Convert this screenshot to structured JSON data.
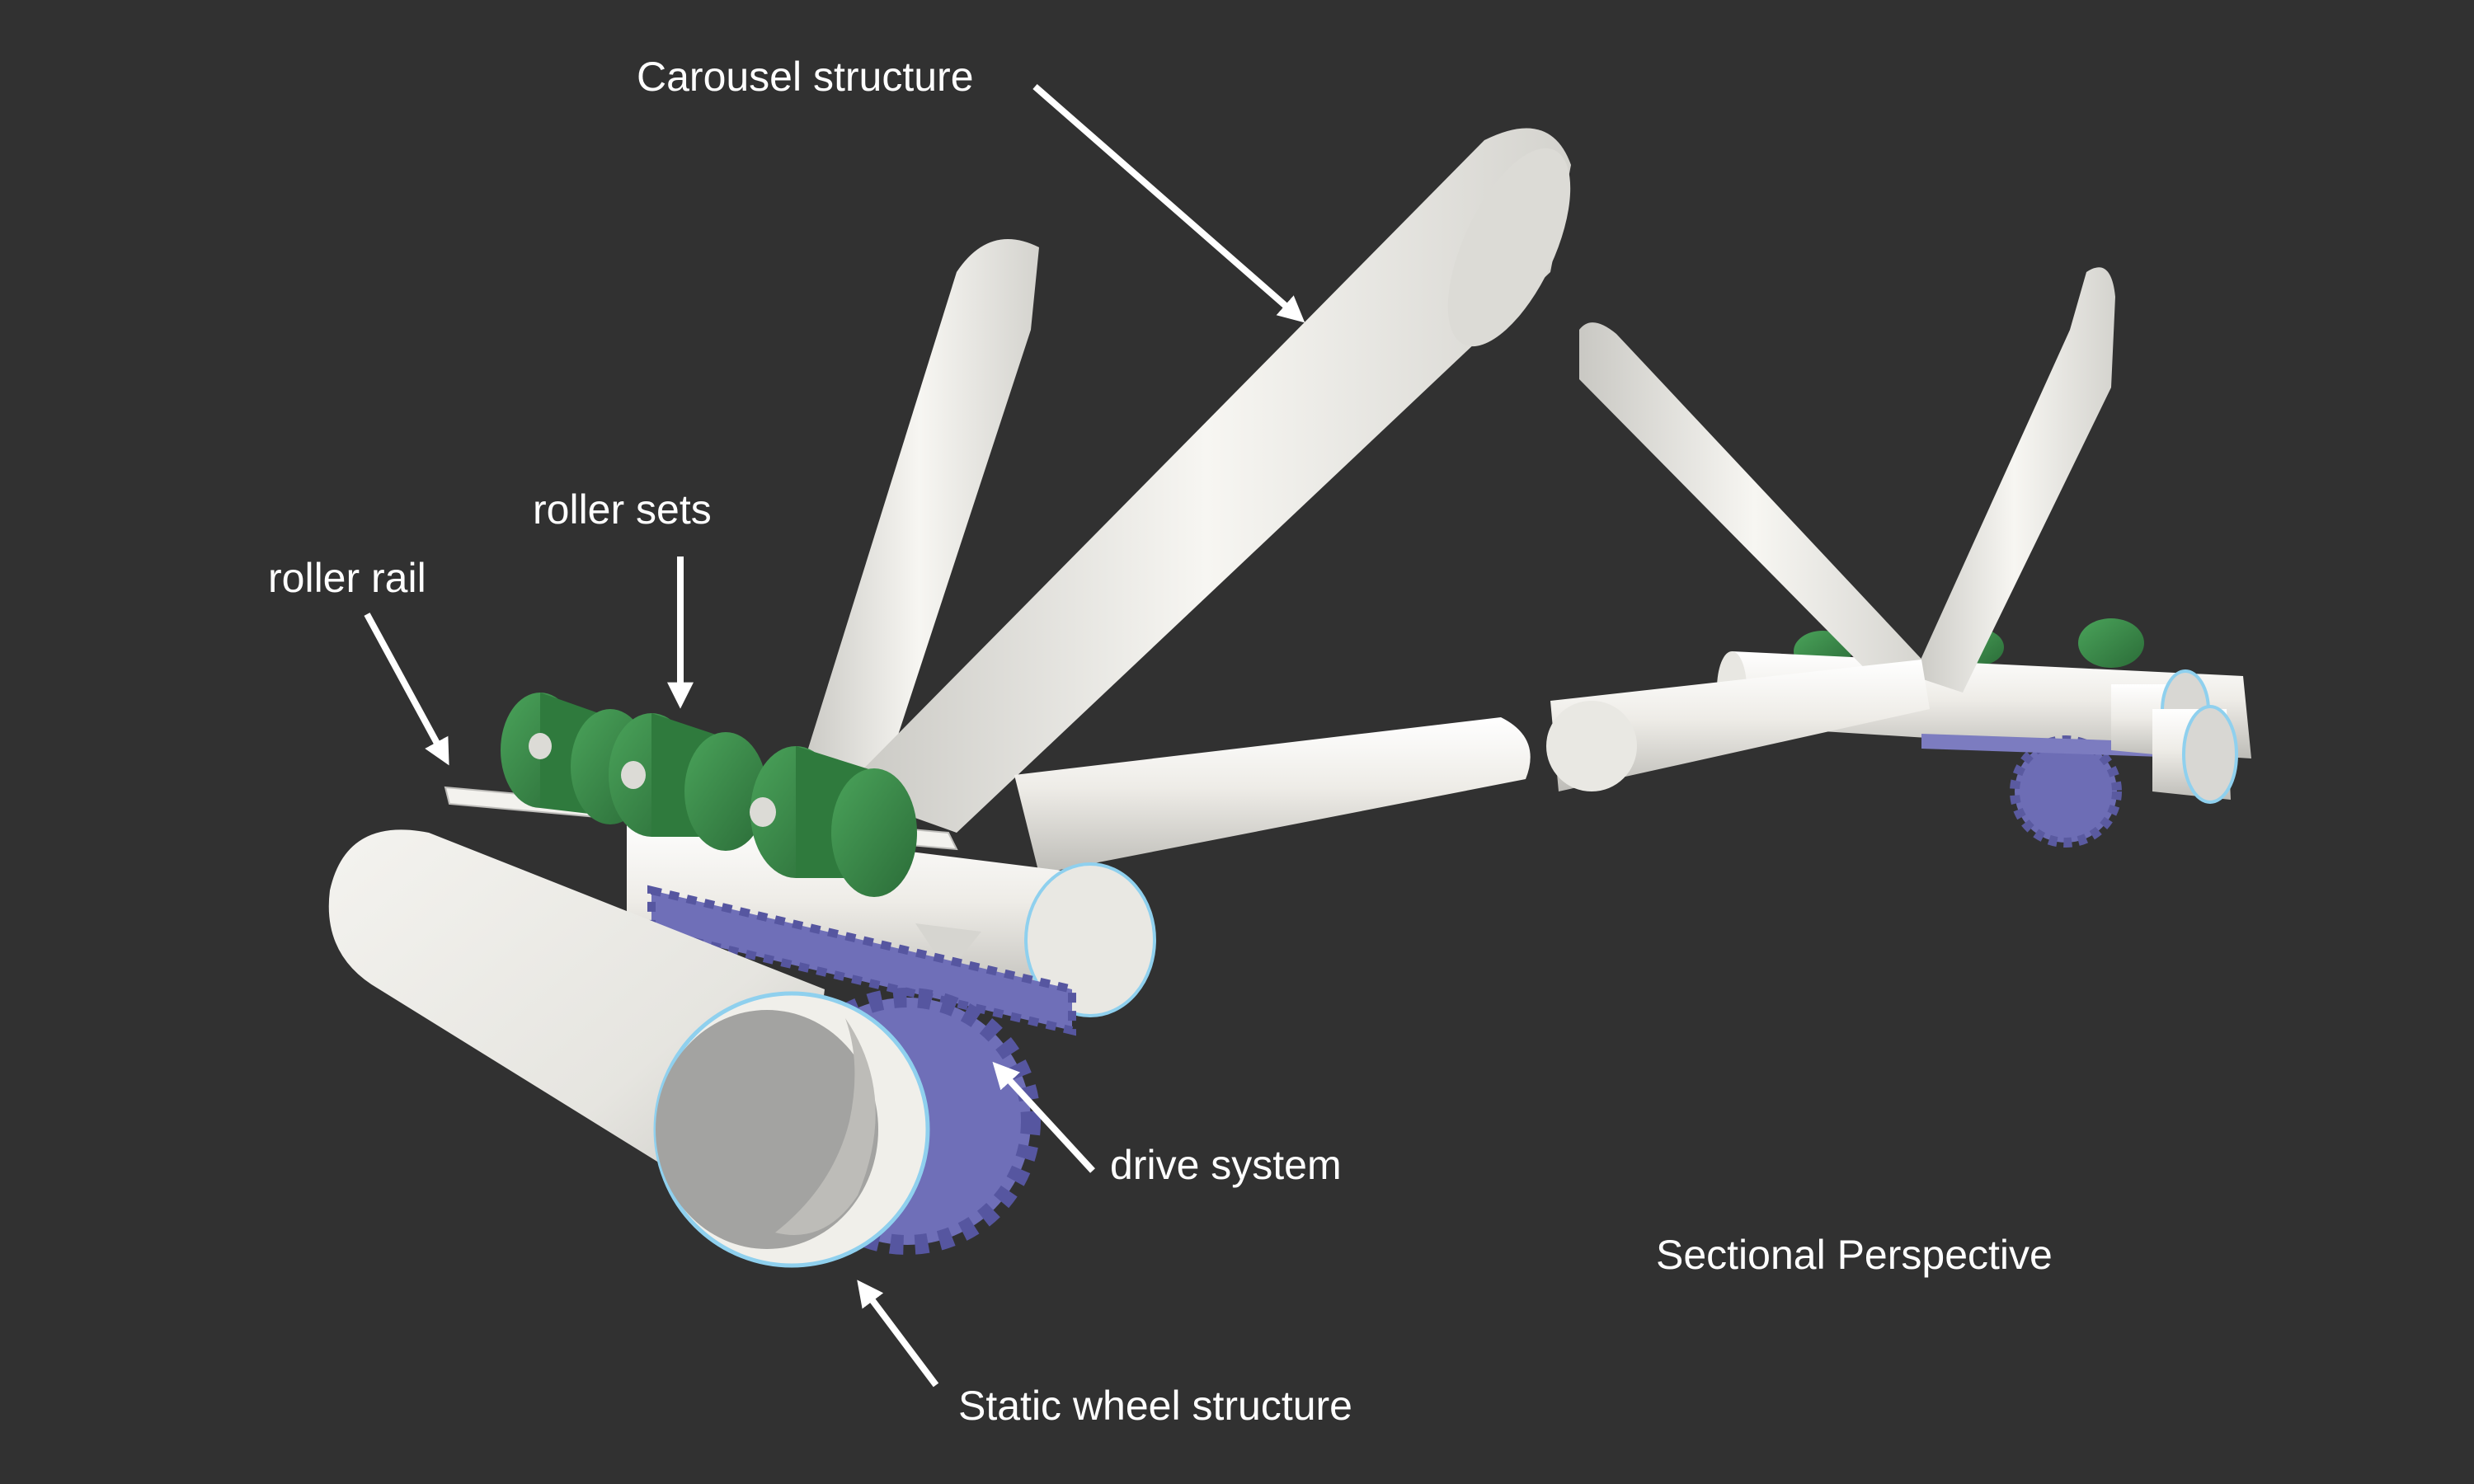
{
  "title": "Sectional Perspective",
  "labels": {
    "carousel_structure": "Carousel structure",
    "roller_sets": "roller sets",
    "roller_rail": "roller rail",
    "drive_system": "drive system",
    "static_wheel_structure": "Static wheel structure"
  },
  "colors": {
    "background": "#313131",
    "tube": "#ecebe6",
    "tube_inner": "#a3a3a1",
    "tube_rim": "#8fd0ee",
    "roller": "#3a8a4a",
    "gear": "#6f6fb8",
    "label": "#ffffff"
  }
}
